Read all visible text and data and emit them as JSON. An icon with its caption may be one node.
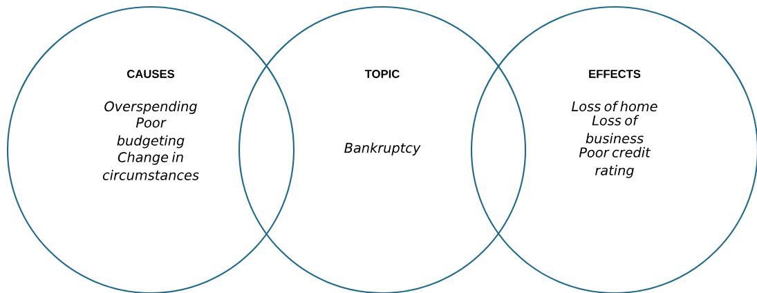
{
  "diagram": {
    "nodes": [
      {
        "text": [
          "CAUSES",
          "Overspending",
          "Poor budgeting",
          "Change in circumstances"
        ]
      },
      {
        "text": [
          "TOPIC",
          "Bankruptcy"
        ]
      },
      {
        "text": [
          "EFFECTS",
          "Loss of home",
          "Loss of business",
          "Poor credit rating"
        ]
      }
    ]
  }
}
